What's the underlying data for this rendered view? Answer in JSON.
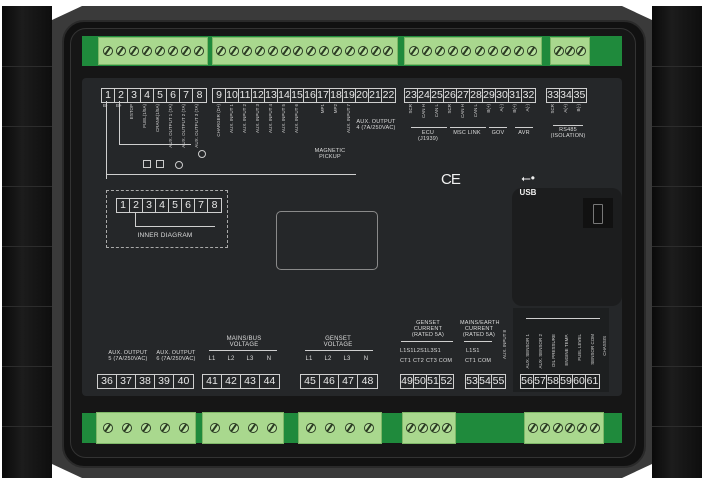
{
  "device": {
    "type": "generator controller rear panel",
    "marks": {
      "ce": "CE",
      "usb": "USB"
    },
    "colors": {
      "housing": "#3a3a3a",
      "panel": "#252729",
      "terminal_rail": "#1f8a3c",
      "terminal_block": "#a9d88e",
      "label": "#dcdcdc"
    }
  },
  "top_terminals": {
    "group_a": {
      "numbers": [
        "1",
        "2",
        "3",
        "4",
        "5",
        "6",
        "7",
        "8"
      ],
      "labels": [
        "B-",
        "B+",
        "ESTOP",
        "FUEL(1/5A)",
        "CRANK(1/5A)",
        "AUX. OUTPUT 1 (7A)",
        "AUX. OUTPUT 2 (7A)",
        "AUX. OUTPUT 3 (7A)"
      ]
    },
    "group_b": {
      "numbers": [
        "9",
        "10",
        "11",
        "12",
        "13",
        "14",
        "15",
        "16",
        "17",
        "18",
        "19",
        "20",
        "21",
        "22"
      ],
      "labels": [
        "CHARGER (D+)",
        "AUX. INPUT 1",
        "AUX. INPUT 2",
        "AUX. INPUT 3",
        "AUX. INPUT 4",
        "AUX. INPUT 5",
        "AUX. INPUT 6",
        "",
        "MP1",
        "MP2",
        "AUX. INPUT 7",
        "",
        "",
        ""
      ],
      "magnetic_pickup": "MAGNETIC PICKUP",
      "aux_output_4": "AUX. OUTPUT 4 (7A/250VAC)"
    },
    "group_c": {
      "numbers": [
        "23",
        "24",
        "25",
        "26",
        "27",
        "28",
        "29",
        "30",
        "31",
        "32"
      ],
      "labels": [
        "SCR",
        "CAN H",
        "CAN L",
        "SCR",
        "CAN H",
        "CAN L",
        "B(+)",
        "A(-)",
        "B(+)",
        "A(-)"
      ],
      "ecu": "ECU (J1939)",
      "msc": "MSC LINK",
      "gov": "GOV",
      "avr": "AVR"
    },
    "group_d": {
      "numbers": [
        "33",
        "34",
        "35"
      ],
      "labels": [
        "SCR",
        "A(+)",
        "B(-)"
      ],
      "rs485": "RS485 (ISOLATION)"
    }
  },
  "inner_diagram": {
    "numbers": [
      "1",
      "2",
      "3",
      "4",
      "5",
      "6",
      "7",
      "8"
    ],
    "label": "INNER DIAGRAM"
  },
  "bottom_terminals": {
    "aux_out": {
      "numbers": [
        "36",
        "37",
        "38",
        "39",
        "40"
      ],
      "label_5": "AUX. OUTPUT 5 (7A/250VAC)",
      "label_6": "AUX. OUTPUT 6 (7A/250VAC)"
    },
    "mains": {
      "numbers": [
        "41",
        "42",
        "43",
        "44"
      ],
      "phases": [
        "L1",
        "L2",
        "L3",
        "N"
      ],
      "label": "MAINS/BUS VOLTAGE"
    },
    "genset": {
      "numbers": [
        "45",
        "46",
        "47",
        "48"
      ],
      "phases": [
        "L1",
        "L2",
        "L3",
        "N"
      ],
      "label": "GENSET VOLTAGE"
    },
    "gen_current": {
      "numbers": [
        "49",
        "50",
        "51",
        "52"
      ],
      "cts": [
        "CT1",
        "CT2",
        "CT3",
        "COM"
      ],
      "sub": "L1S1L2S1L3S1",
      "label": "GENSET CURRENT (RATED 5A)"
    },
    "mains_current": {
      "numbers": [
        "53",
        "54",
        "55"
      ],
      "cts": [
        "CT1",
        "COM"
      ],
      "sub": "L1S1",
      "label": "MAINS/EARTH CURRENT (RATED 5A)",
      "aux_input": "AUX. INPUT 8"
    },
    "sensors": {
      "numbers": [
        "56",
        "57",
        "58",
        "59",
        "60",
        "61"
      ],
      "labels": [
        "AUX. SENSOR 1",
        "AUX. SENSOR 2",
        "OIL PRESSURE",
        "ENGINE TEMP.",
        "FUEL LEVEL",
        "SENSOR COM"
      ],
      "side": "CHASSIS"
    }
  }
}
